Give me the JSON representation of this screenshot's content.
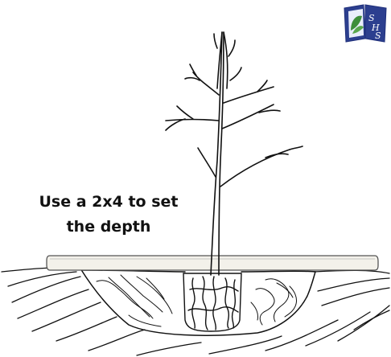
{
  "caption": {
    "line1": "Use a 2x4 to set",
    "line2": "the depth"
  },
  "logo": {
    "text_s": "S",
    "text_h": "H",
    "text_s2": "S",
    "book_color": "#2c3f8f",
    "leaf_color": "#3e8e3a",
    "brand_color": "#1f2f7a"
  },
  "colors": {
    "ink": "#111111",
    "board_fill": "#f3f1ea",
    "board_stroke": "#555555"
  }
}
